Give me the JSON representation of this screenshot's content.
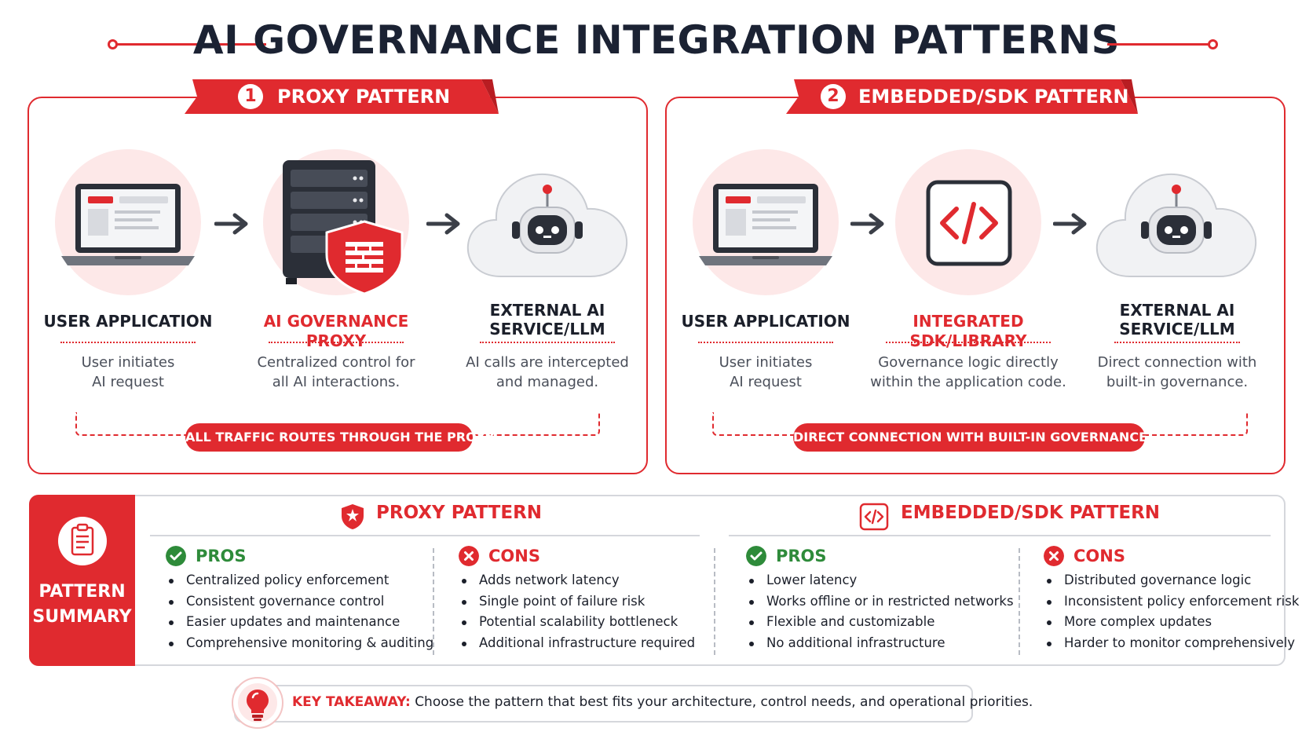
{
  "title": "AI GOVERNANCE INTEGRATION PATTERNS",
  "colors": {
    "accent": "#e02a2f",
    "pros": "#2e8b3a",
    "text": "#1b1f2a",
    "muted": "#4a4f5a",
    "tint": "#fde8e8"
  },
  "patterns": [
    {
      "number": "1",
      "label": "PROXY PATTERN",
      "nodes": [
        {
          "icon": "laptop-icon",
          "title": "USER APPLICATION",
          "desc_line1": "User initiates",
          "desc_line2": "AI request"
        },
        {
          "icon": "server-shield-icon",
          "title": "AI GOVERNANCE PROXY",
          "desc_line1": "Centralized control for",
          "desc_line2": "all AI interactions."
        },
        {
          "icon": "cloud-robot-icon",
          "title_line1": "EXTERNAL AI",
          "title_line2": "SERVICE/LLM",
          "desc_line1": "AI calls are intercepted",
          "desc_line2": "and managed."
        }
      ],
      "footer": "ALL TRAFFIC ROUTES THROUGH THE PROXY"
    },
    {
      "number": "2",
      "label": "EMBEDDED/SDK PATTERN",
      "nodes": [
        {
          "icon": "laptop-icon",
          "title": "USER APPLICATION",
          "desc_line1": "User initiates",
          "desc_line2": "AI request"
        },
        {
          "icon": "code-icon",
          "title": "INTEGRATED SDK/LIBRARY",
          "desc_line1": "Governance logic directly",
          "desc_line2": "within the application code."
        },
        {
          "icon": "cloud-robot-icon",
          "title_line1": "EXTERNAL AI",
          "title_line2": "SERVICE/LLM",
          "desc_line1": "Direct connection with",
          "desc_line2": "built-in governance."
        }
      ],
      "footer": "DIRECT CONNECTION WITH BUILT-IN GOVERNANCE"
    }
  ],
  "summary": {
    "label_line1": "PATTERN",
    "label_line2": "SUMMARY",
    "proxy": {
      "heading": "PROXY PATTERN",
      "pros_label": "PROS",
      "cons_label": "CONS",
      "pros": [
        "Centralized policy enforcement",
        "Consistent governance control",
        "Easier updates and maintenance",
        "Comprehensive monitoring & auditing"
      ],
      "cons": [
        "Adds network latency",
        "Single point of failure risk",
        "Potential scalability bottleneck",
        "Additional infrastructure required"
      ]
    },
    "sdk": {
      "heading": "EMBEDDED/SDK PATTERN",
      "pros_label": "PROS",
      "cons_label": "CONS",
      "pros": [
        "Lower latency",
        "Works offline or in restricted networks",
        "Flexible and customizable",
        "No additional infrastructure"
      ],
      "cons": [
        "Distributed governance logic",
        "Inconsistent policy enforcement risk",
        "More complex updates",
        "Harder to monitor comprehensively"
      ]
    }
  },
  "takeaway": {
    "label": "KEY TAKEAWAY:",
    "text": "Choose the pattern that best fits your architecture, control needs, and operational priorities."
  }
}
